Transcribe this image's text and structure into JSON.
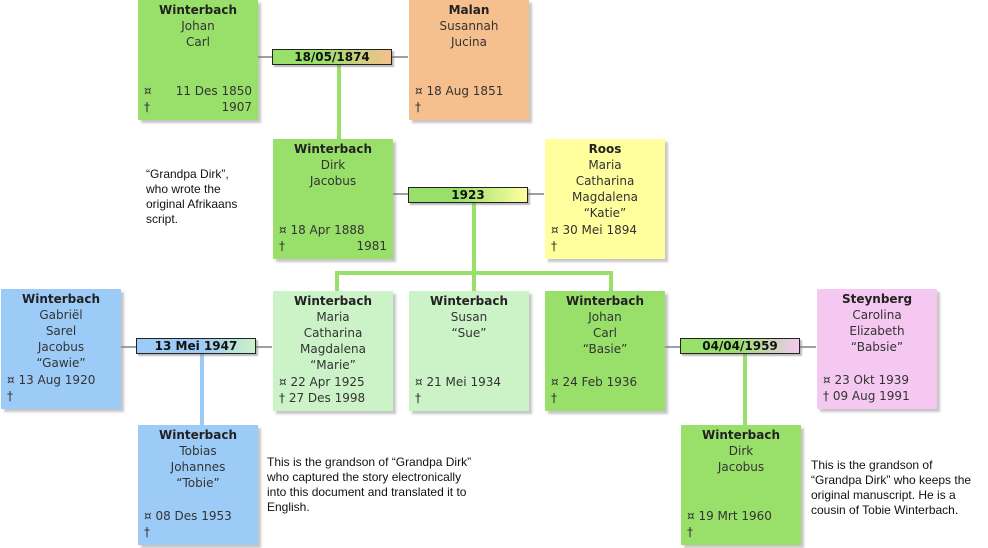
{
  "marriages": {
    "m1874": "18/05/1874",
    "m1923": "1923",
    "m1947": "13 Mei 1947",
    "m1959": "04/04/1959"
  },
  "people": {
    "johan_carl_sr": {
      "surname": "Winterbach",
      "given": [
        "Johan",
        "Carl"
      ],
      "born_sym": "¤",
      "born": "11 Des 1850",
      "died_sym": "†",
      "died": "1907"
    },
    "susannah": {
      "surname": "Malan",
      "given": [
        "Susannah",
        "Jucina"
      ],
      "born_sym": "¤",
      "born": "18 Aug 1851",
      "died_sym": "†",
      "died": ""
    },
    "dirk": {
      "surname": "Winterbach",
      "given": [
        "Dirk",
        "Jacobus"
      ],
      "born_sym": "¤",
      "born": "18 Apr 1888",
      "died_sym": "†",
      "died": "1981"
    },
    "katie": {
      "surname": "Roos",
      "given": [
        "Maria",
        "Catharina",
        "Magdalena",
        "“Katie”"
      ],
      "born_sym": "¤",
      "born": "30 Mei 1894",
      "died_sym": "†",
      "died": ""
    },
    "gawie": {
      "surname": "Winterbach",
      "given": [
        "Gabriël",
        "Sarel",
        "Jacobus",
        "“Gawie”"
      ],
      "born_sym": "¤",
      "born": "13 Aug 1920",
      "died_sym": "†",
      "died": ""
    },
    "marie": {
      "surname": "Winterbach",
      "given": [
        "Maria",
        "Catharina",
        "Magdalena",
        "“Marie”"
      ],
      "born_sym": "¤",
      "born": "22 Apr 1925",
      "died_sym": "†",
      "died": "27 Des 1998"
    },
    "sue": {
      "surname": "Winterbach",
      "given": [
        "Susan",
        "“Sue”"
      ],
      "born_sym": "¤",
      "born": "21 Mei 1934",
      "died_sym": "†",
      "died": ""
    },
    "basie": {
      "surname": "Winterbach",
      "given": [
        "Johan",
        "Carl",
        "“Basie”"
      ],
      "born_sym": "¤",
      "born": "24 Feb 1936",
      "died_sym": "†",
      "died": ""
    },
    "babsie": {
      "surname": "Steynberg",
      "given": [
        "Carolina",
        "Elizabeth",
        "“Babsie”"
      ],
      "born_sym": "¤",
      "born": "23 Okt 1939",
      "died_sym": "†",
      "died": "09 Aug 1991"
    },
    "tobie": {
      "surname": "Winterbach",
      "given": [
        "Tobias",
        "Johannes",
        "“Tobie”"
      ],
      "born_sym": "¤",
      "born": "08 Des 1953",
      "died_sym": "†",
      "died": ""
    },
    "dirk_jr": {
      "surname": "Winterbach",
      "given": [
        "Dirk",
        "Jacobus"
      ],
      "born_sym": "¤",
      "born": "19 Mrt 1960",
      "died_sym": "†",
      "died": ""
    }
  },
  "notes": {
    "grandpa_dirk": [
      "“Grandpa Dirk”,",
      "who wrote the",
      "original Afrikaans",
      "script."
    ],
    "tobie_note": [
      "This is the grandson of “Grandpa Dirk”",
      "who captured the story electronically",
      "into this document and translated it to",
      "English."
    ],
    "dirk_jr_note": [
      "This is the grandson of",
      "“Grandpa Dirk” who keeps the",
      "original manuscript. He is a",
      "cousin of Tobie Winterbach."
    ]
  }
}
